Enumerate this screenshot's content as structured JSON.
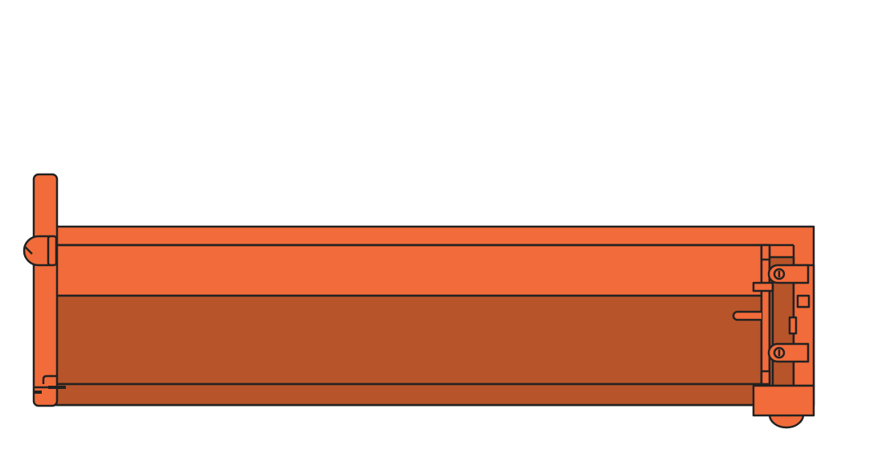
{
  "diagram": {
    "subject": "dump-truck-body-side-view",
    "colors": {
      "background": "#ffffff",
      "body_light": "#f26b3a",
      "body_dark": "#b8542a",
      "outline": "#222222",
      "detail_dark": "#222222"
    },
    "components": {
      "body": "tipper-body",
      "upper_panel": "upper-side-panel",
      "lower_panel": "lower-side-panel",
      "front_post": "front-post",
      "front_hinge": "front-hinge",
      "tailgate_frame": "tailgate-frame",
      "tailgate_lock_rod": "tailgate-lock-rod",
      "upper_latch": "upper-latch",
      "lower_latch": "lower-latch",
      "rear_step": "rear-step"
    }
  }
}
